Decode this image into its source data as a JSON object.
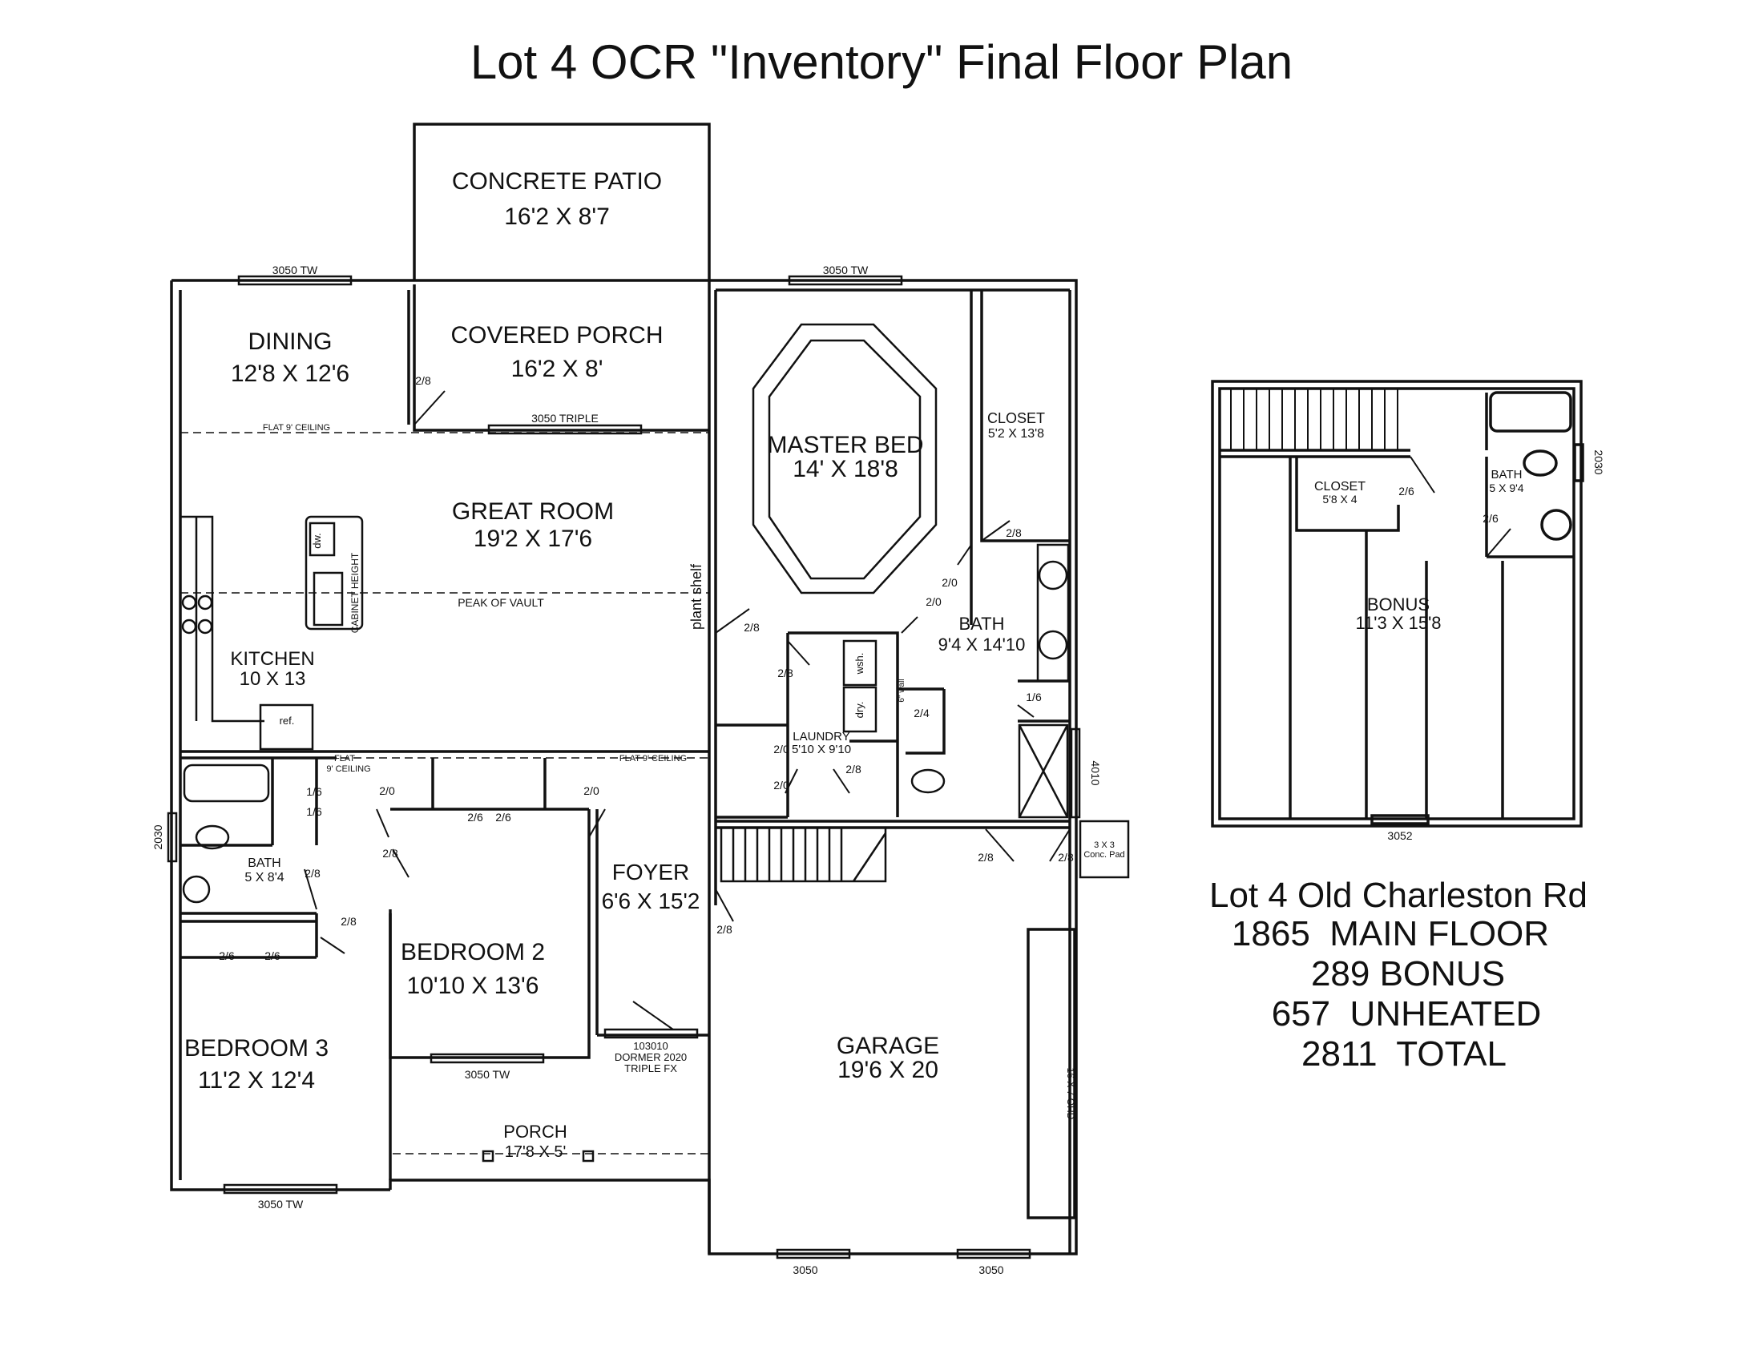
{
  "title": "Lot 4 OCR \"Inventory\" Final Floor Plan",
  "rooms": {
    "patio": {
      "name": "CONCRETE PATIO",
      "dims": "16'2 X 8'7"
    },
    "covered_porch": {
      "name": "COVERED PORCH",
      "dims": "16'2 X 8'"
    },
    "dining": {
      "name": "DINING",
      "dims": "12'8 X 12'6"
    },
    "great_room": {
      "name": "GREAT ROOM",
      "dims": "19'2 X 17'6"
    },
    "kitchen": {
      "name": "KITCHEN",
      "dims": "10 X 13"
    },
    "master_bed": {
      "name": "MASTER BED",
      "dims": "14' X 18'8"
    },
    "master_closet": {
      "name": "CLOSET",
      "dims": "5'2 X 13'8"
    },
    "master_bath": {
      "name": "BATH",
      "dims": "9'4 X 14'10"
    },
    "laundry": {
      "name": "LAUNDRY",
      "dims": "5'10 X 9'10"
    },
    "bath2": {
      "name": "BATH",
      "dims": "5 X 8'4"
    },
    "bedroom2": {
      "name": "BEDROOM 2",
      "dims": "10'10 X 13'6"
    },
    "bedroom3": {
      "name": "BEDROOM 3",
      "dims": "11'2 X 12'4"
    },
    "foyer": {
      "name": "FOYER",
      "dims": "6'6 X 15'2"
    },
    "porch": {
      "name": "PORCH",
      "dims": "17'8 X 5'"
    },
    "garage": {
      "name": "GARAGE",
      "dims": "19'6 X 20"
    },
    "bonus": {
      "name": "BONUS",
      "dims": "11'3 X 15'8"
    },
    "bonus_closet": {
      "name": "CLOSET",
      "dims": "5'8 X 4"
    },
    "bonus_bath": {
      "name": "BATH",
      "dims": "5 X 9'4"
    }
  },
  "notes": {
    "win_3050tw": "3050 TW",
    "win_3050_triple": "3050 TRIPLE",
    "win_3050": "3050",
    "win_3052": "3052",
    "win_2030": "2030",
    "win_4010": "4010",
    "flat_ceiling": "FLAT 9' CEILING",
    "flat": "FLAT",
    "ceiling_9": "9' CEILING",
    "peak_of_vault": "PEAK OF VAULT",
    "plant_shelf": "plant shelf",
    "cabinet_height": "CABINET HEIGHT",
    "dw": "dw.",
    "ref": "ref.",
    "wsh": "wsh.",
    "dry": "dry.",
    "wall_6": "6\" wall",
    "conc_pad_1": "3 X 3",
    "conc_pad_2": "Conc. Pad",
    "dormer_1": "103010",
    "dormer_2": "DORMER 2020",
    "dormer_3": "TRIPLE FX",
    "ohd": "16 X 7 OHD",
    "d28": "2/8",
    "d20": "2/0",
    "d26": "2/6",
    "d24": "2/4",
    "d16": "1/6"
  },
  "summary": {
    "address": "Lot 4 Old Charleston Rd",
    "main_floor": "1865  MAIN FLOOR",
    "bonus": "289 BONUS",
    "unheated": "657  UNHEATED",
    "total": "2811  TOTAL"
  }
}
